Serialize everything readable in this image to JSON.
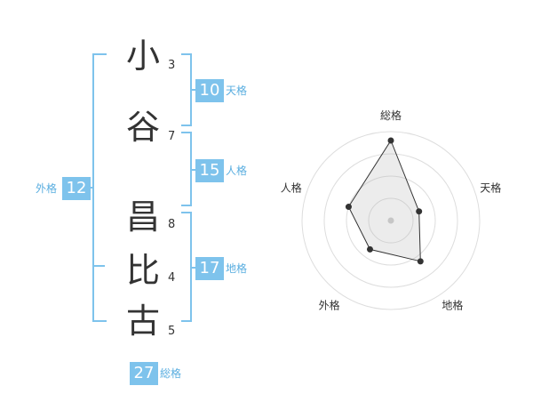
{
  "name": {
    "chars": [
      {
        "char": "小",
        "strokes": "3"
      },
      {
        "char": "谷",
        "strokes": "7"
      },
      {
        "char": "昌",
        "strokes": "8"
      },
      {
        "char": "比",
        "strokes": "4"
      },
      {
        "char": "古",
        "strokes": "5"
      }
    ]
  },
  "kaku": {
    "ten": {
      "value": "10",
      "label": "天格"
    },
    "jin": {
      "value": "15",
      "label": "人格"
    },
    "chi": {
      "value": "17",
      "label": "地格"
    },
    "gai": {
      "value": "12",
      "label": "外格"
    },
    "sou": {
      "value": "27",
      "label": "総格"
    }
  },
  "colors": {
    "accent": "#7ec3ec",
    "text": "#333333",
    "label": "#5aaee0"
  },
  "chart_data": {
    "type": "radar",
    "axes": [
      "総格",
      "天格",
      "地格",
      "外格",
      "人格"
    ],
    "values": [
      27,
      10,
      17,
      12,
      15
    ],
    "rings": 4,
    "range": [
      0,
      30
    ]
  }
}
